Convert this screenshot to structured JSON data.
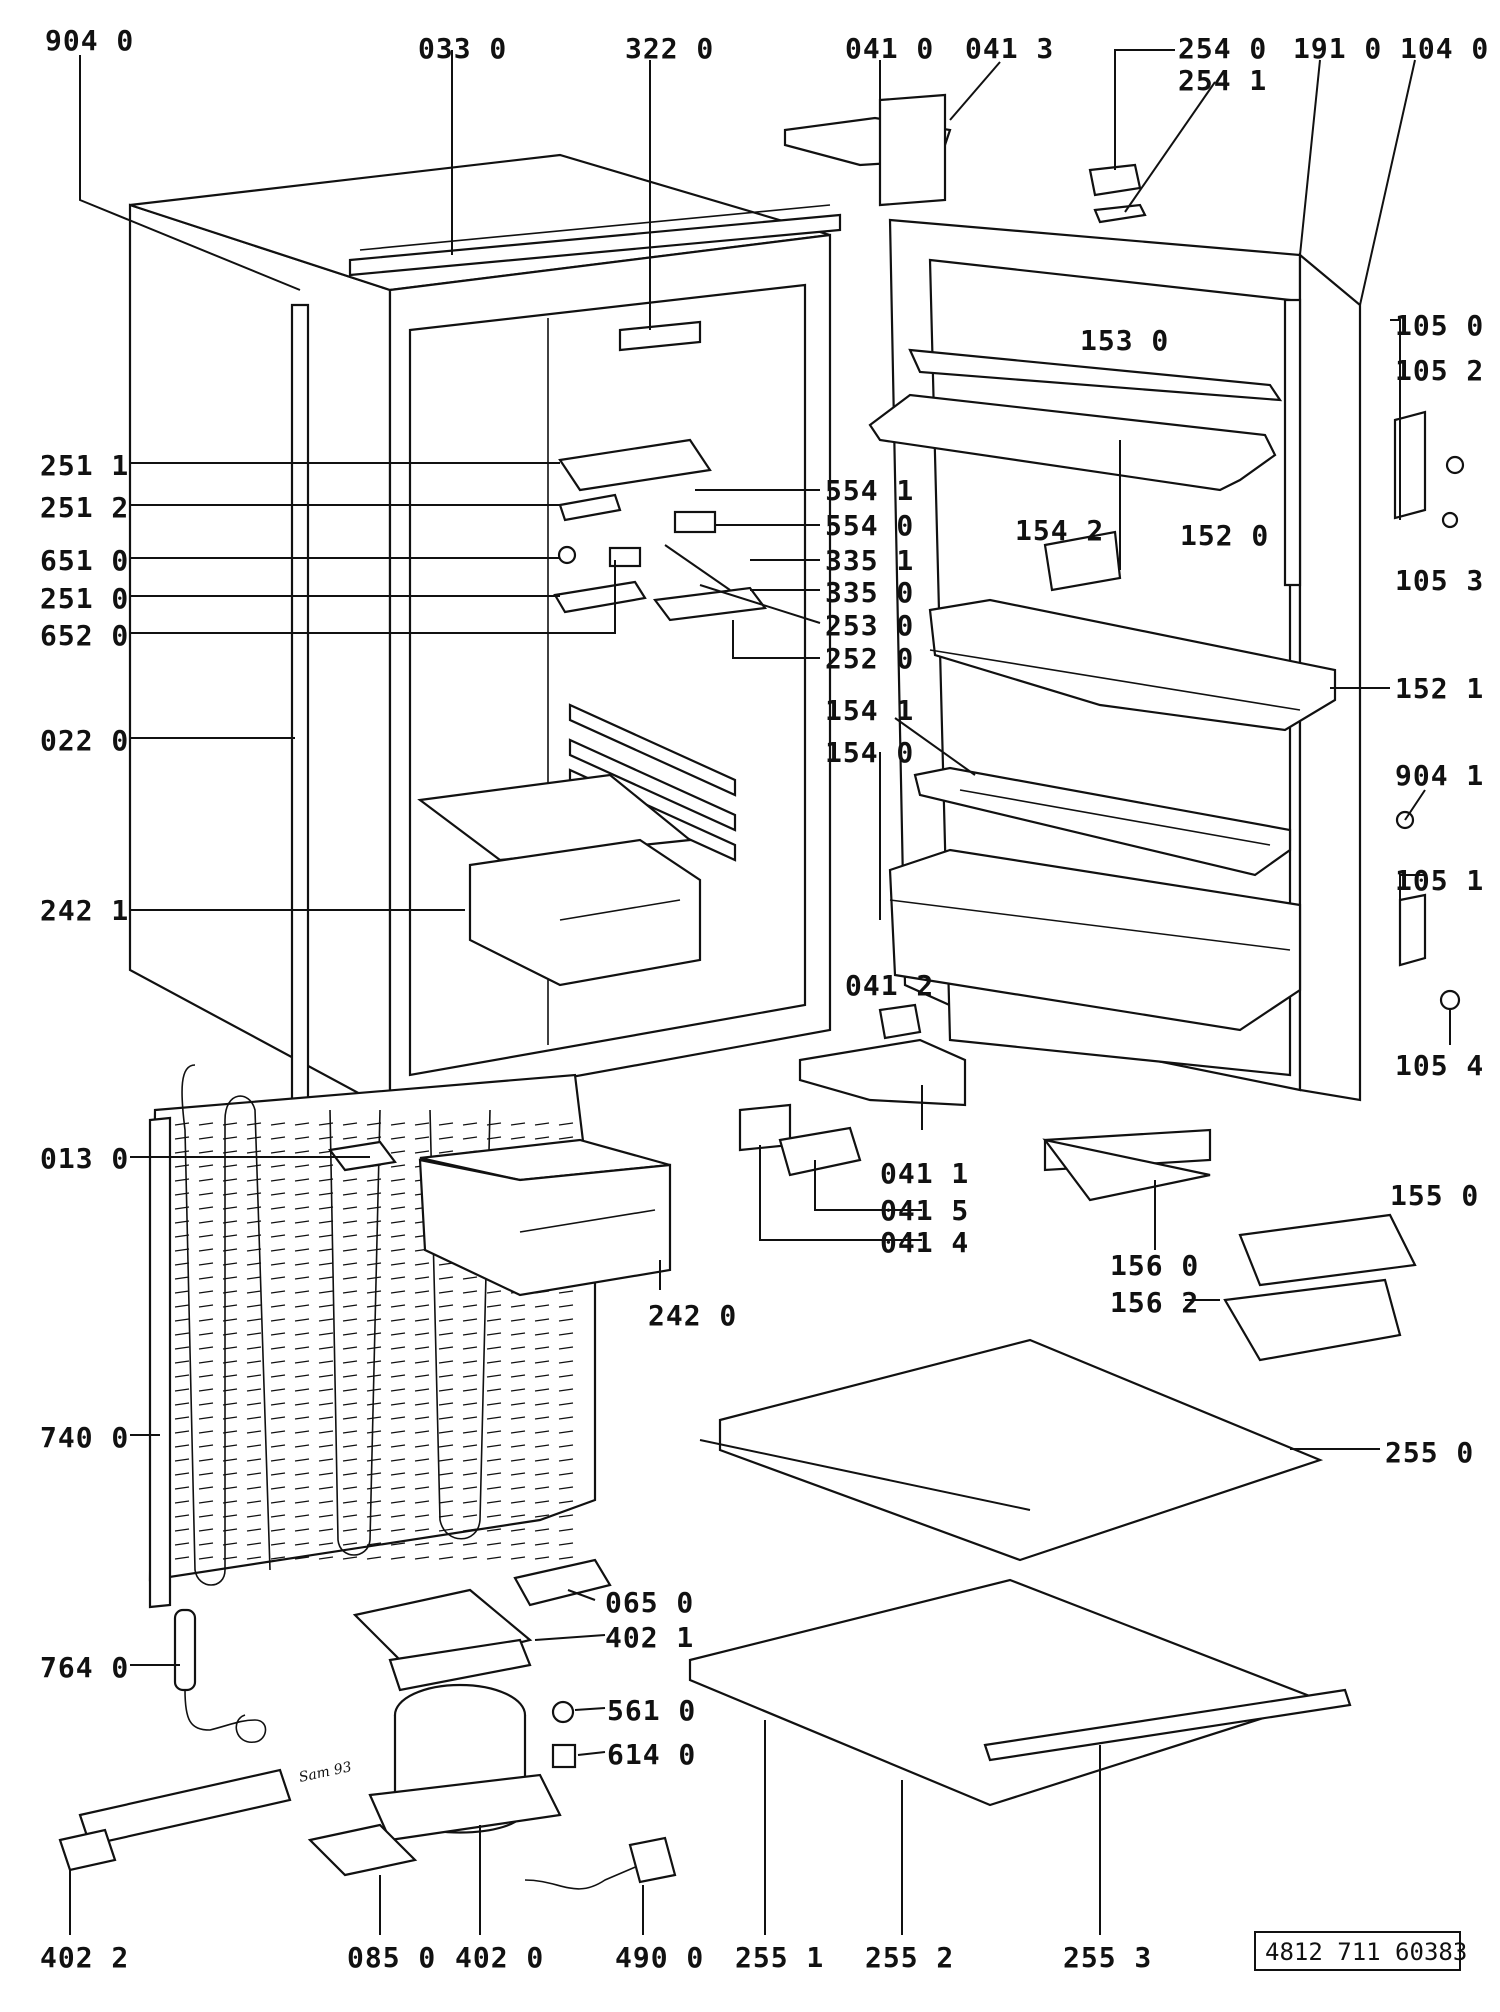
{
  "diagram": {
    "document_number": "4812 711 60383",
    "signature": "Sam 93",
    "labels": {
      "l9040": "904  0",
      "l0330": "033  0",
      "l3220": "322  0",
      "l0410": "041  0",
      "l0413": "041  3",
      "l2540": "254  0",
      "l2541": "254  1",
      "l1910": "191  0",
      "l1040": "104  0",
      "l1050": "105  0",
      "l1052": "105  2",
      "l1053": "105  3",
      "l1530": "153  0",
      "l1520": "152  0",
      "l1542": "154  2",
      "l2511": "251  1",
      "l2512": "251  2",
      "l6510": "651  0",
      "l2510": "251  0",
      "l6520": "652  0",
      "l5541": "554  1",
      "l5540": "554  0",
      "l3351": "335  1",
      "l3350": "335  0",
      "l2530": "253  0",
      "l2520": "252  0",
      "l1521": "152  1",
      "l1541": "154  1",
      "l1540": "154  0",
      "l0220": "022  0",
      "l9041": "904  1",
      "l1051": "105  1",
      "l2421": "242  1",
      "l0412": "041  2",
      "l1054": "105  4",
      "l0130": "013  0",
      "l0411": "041  1",
      "l0415": "041  5",
      "l0414": "041  4",
      "l2420": "242  0",
      "l1560": "156  0",
      "l1550": "155  0",
      "l1562": "156  2",
      "l7400": "740  0",
      "l2550": "255  0",
      "l0650": "065  0",
      "l4021": "402  1",
      "l7640": "764  0",
      "l5610": "561  0",
      "l6140": "614  0",
      "l4022": "402  2",
      "l0850": "085  0",
      "l4020": "402  0",
      "l4900": "490  0",
      "l2551": "255  1",
      "l2552": "255  2",
      "l2553": "255  3"
    }
  }
}
